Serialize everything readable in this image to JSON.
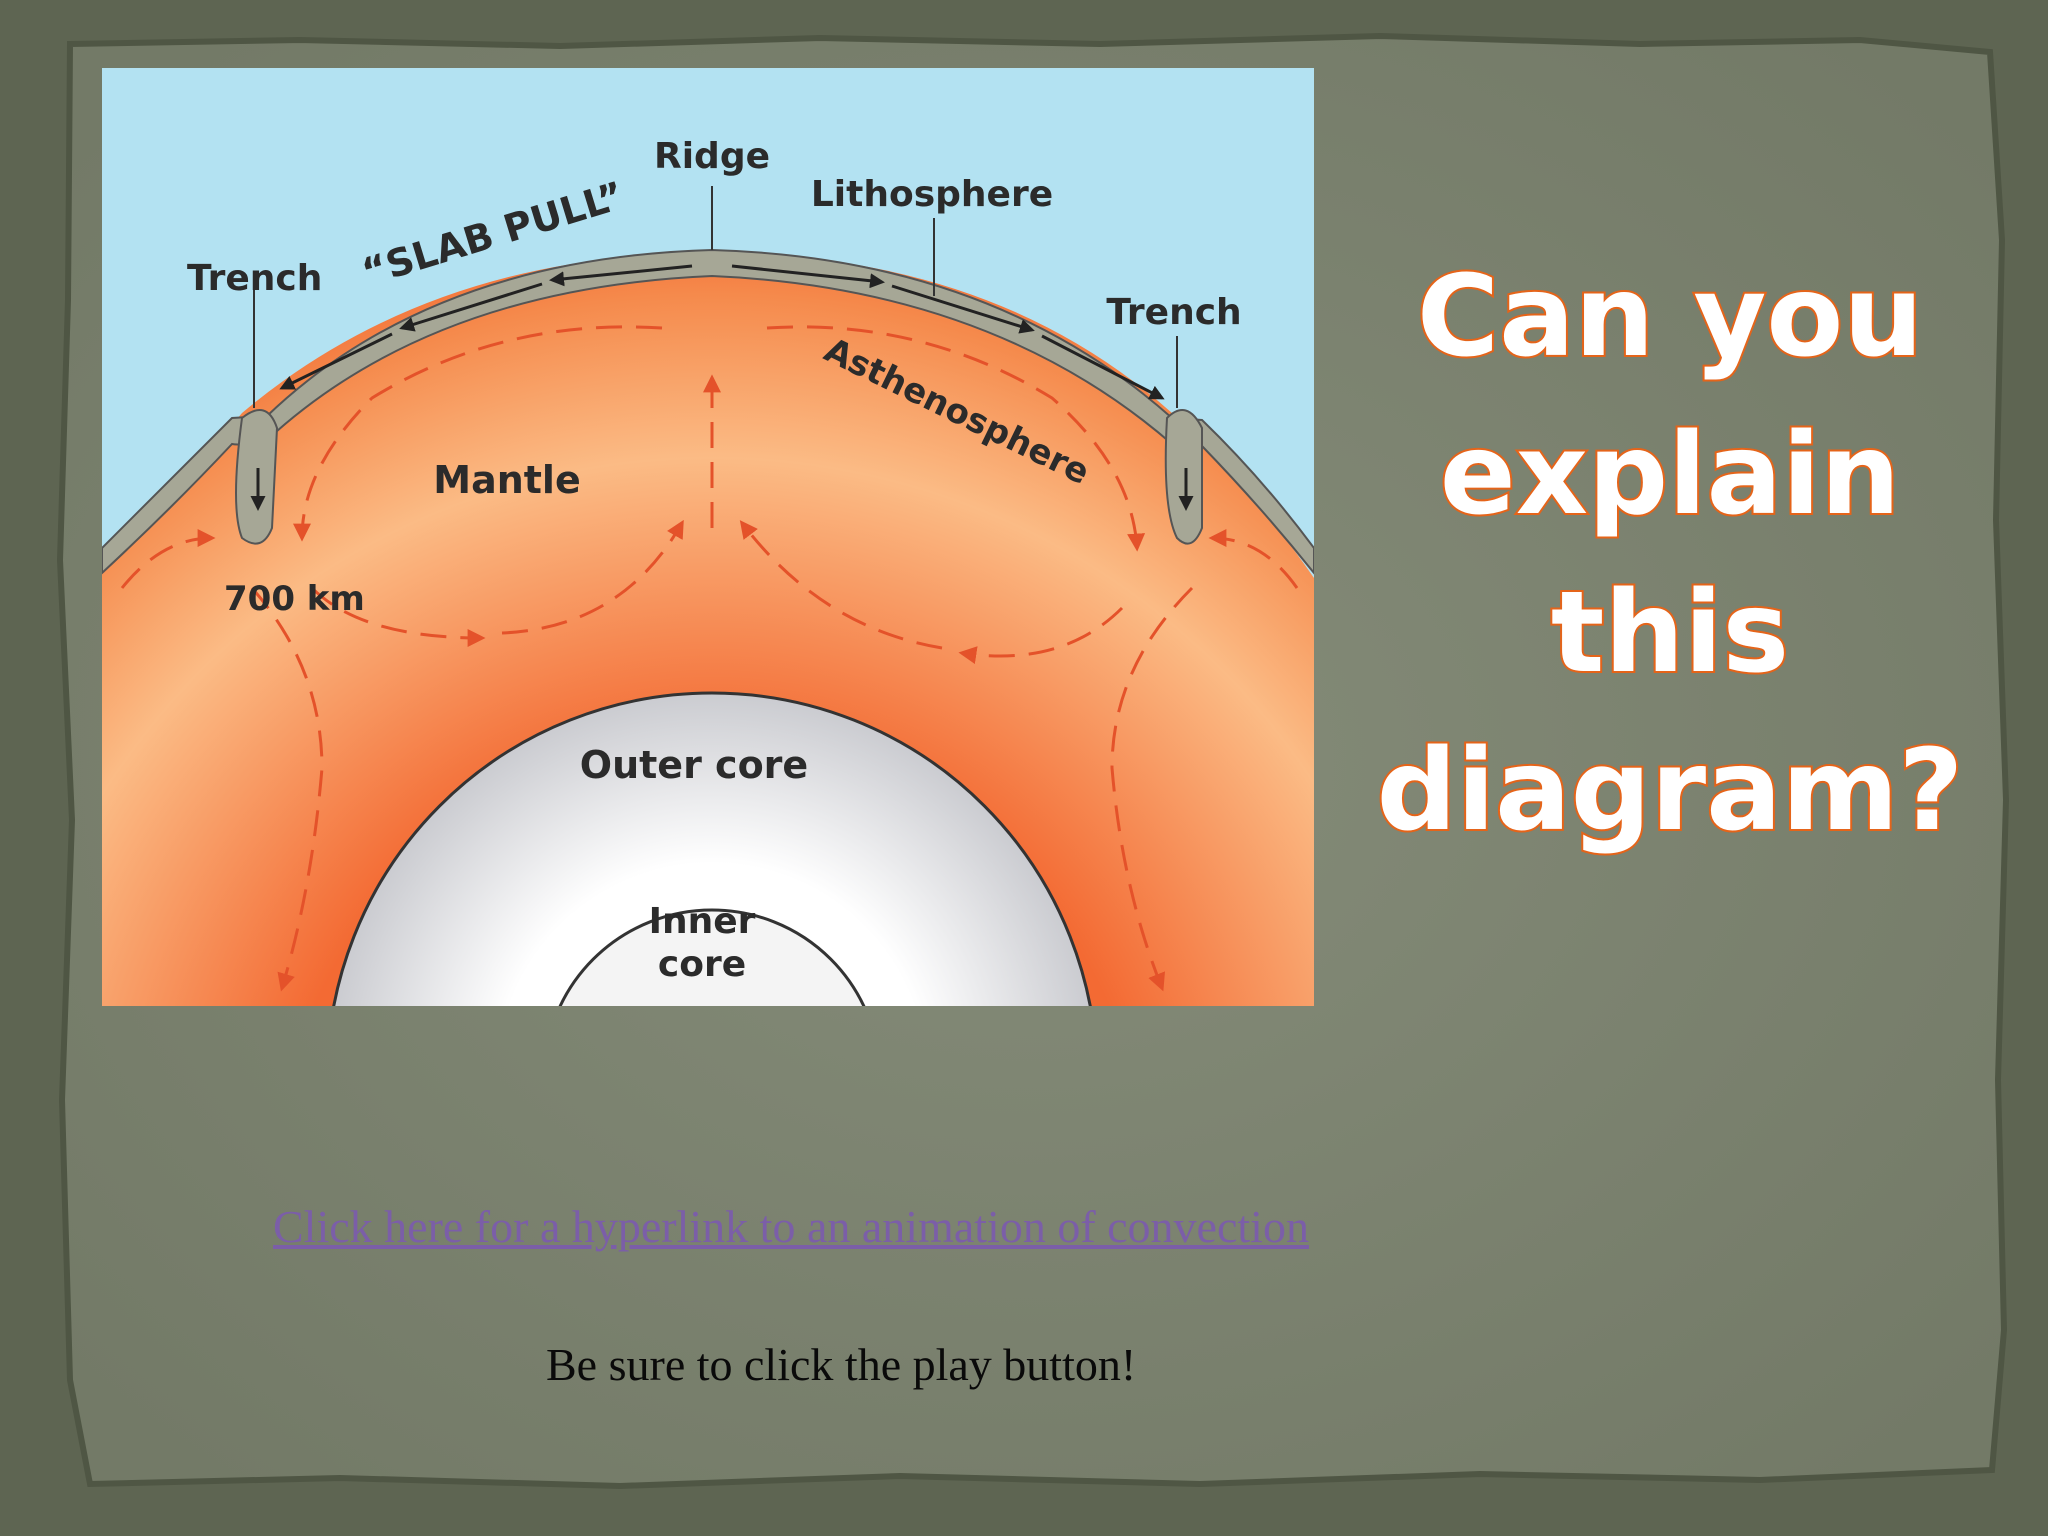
{
  "slide": {
    "question_lines": [
      "Can you",
      "explain",
      "this",
      "diagram?"
    ],
    "link_text": "Click here for a hyperlink to an animation of convection",
    "note_text": "Be sure to click the play button!"
  },
  "diagram": {
    "labels": {
      "ridge": "Ridge",
      "lithosphere": "Lithosphere",
      "trench_left": "Trench",
      "slab_pull": "“SLAB PULL”",
      "trench_right": "Trench",
      "asthenosphere": "Asthenosphere",
      "mantle": "Mantle",
      "depth": "700 km",
      "outer_core": "Outer core",
      "inner_core_1": "Inner",
      "inner_core_2": "core"
    }
  },
  "colors": {
    "slide_bg": "#5e6552",
    "paper": "#7f8673",
    "sky": "#b3e2f2",
    "mantle_hot": "#f0703a",
    "mantle_light": "#fbc08a",
    "crust": "#a6a796",
    "outer_core": "#cfd0d4",
    "inner_core": "#f3f3f3",
    "question_fill": "#ffffff",
    "question_outline": "#e5651b",
    "link": "#7b5ea8"
  }
}
